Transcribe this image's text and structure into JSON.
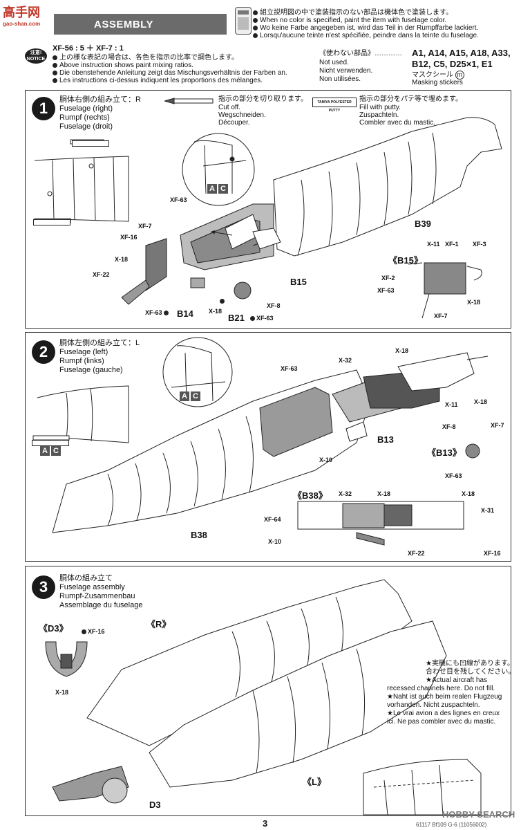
{
  "watermark": {
    "cn": "高手网",
    "domain": "gao-shan.com"
  },
  "header": {
    "title": "ASSEMBLY",
    "note_jp": "組立説明図の中で塗装指示のない部品は機体色で塗装します。",
    "note_en": "When no color is specified, paint the item with fuselage color.",
    "note_de": "Wo keine Farbe angegeben ist, wird das Teil in der Rumpffarbe lackiert.",
    "note_fr": "Lorsqu'aucune teinte n'est spécifiée, peindre dans la teinte du fuselage."
  },
  "notice": {
    "badge_jp": "注意!",
    "badge_en": "NOTICE",
    "mix": "XF-56 : 5 ＋ XF-7 : 1",
    "lines": [
      "上の様な表記の場合は、各色を指示の比率で調色します。",
      "Above instruction shows paint mixing ratios.",
      "Die obenstehende Anleitung zeigt das Mischungsverhältnis der Farben an.",
      "Les instructions ci-dessus indiquent les proportions des mélanges."
    ]
  },
  "not_used": {
    "jp": "《使わない部品》…………",
    "en": "Not used.",
    "de": "Nicht verwenden.",
    "fr": "Non utilisées.",
    "parts_line1": "A1, A14, A15, A18, A33,",
    "parts_line2": "B12, C5, D25×1, E1",
    "mask_jp": "マスクシール",
    "mask_symbol": "m",
    "mask_en": "Masking stickers"
  },
  "step1": {
    "num": "1",
    "title_jp": "胴体右側の組み立て：R",
    "title_en": "Fuselage (right)",
    "title_de": "Rumpf (rechts)",
    "title_fr": "Fuselage (droit)",
    "cut_jp": "指示の部分を切り取ります。",
    "cut_en": "Cut off.",
    "cut_de": "Wegschneiden.",
    "cut_fr": "Découper.",
    "putty_jp": "指示の部分をパテ等で埋めます。",
    "putty_en": "Fill with putty.",
    "putty_de": "Zuspachteln.",
    "putty_fr": "Combler avec du mastic.",
    "putty_tube": "TAMIYA POLYESTER PUTTY",
    "a": "A",
    "c": "C",
    "parts": {
      "b39": "B39",
      "b15": "B15",
      "b14": "B14",
      "b21": "B21",
      "b15_detail": "《B15》"
    },
    "colors": {
      "xf63a": "XF-63",
      "xf7": "XF-7",
      "xf16": "XF-16",
      "xf18a": "X-18",
      "xf22": "XF-22",
      "xf63b": "XF-63",
      "x18b": "X-18",
      "xf8": "XF-8",
      "x18c": "X-18",
      "xf63c": "XF-63",
      "x11": "X-11",
      "xf1": "XF-1",
      "xf3": "XF-3",
      "xf2": "XF-2",
      "xf63d": "XF-63",
      "x18d": "X-18",
      "xf7b": "XF-7"
    }
  },
  "step2": {
    "num": "2",
    "title_jp": "胴体左側の組み立て：L",
    "title_en": "Fuselage (left)",
    "title_de": "Rumpf (links)",
    "title_fr": "Fuselage (gauche)",
    "a": "A",
    "c": "C",
    "parts": {
      "b38": "B38",
      "b13": "B13",
      "b13_detail": "《B13》",
      "b38_detail": "《B38》"
    },
    "colors": {
      "xf63": "XF-63",
      "x32": "X-32",
      "x18": "X-18",
      "x11": "X-11",
      "x18b": "X-18",
      "x10": "X-10",
      "xf8": "XF-8",
      "xf7": "XF-7",
      "xf63b": "XF-63",
      "x32b": "X-32",
      "x18c": "X-18",
      "x18d": "X-18",
      "x31": "X-31",
      "xf64": "XF-64",
      "x10b": "X-10",
      "xf22": "XF-22",
      "xf16": "XF-16"
    }
  },
  "step3": {
    "num": "3",
    "title_jp": "胴体の組み立て",
    "title_en": "Fuselage assembly",
    "title_de": "Rumpf-Zusammenbau",
    "title_fr": "Assemblage du fuselage",
    "d3_detail": "《D3》",
    "xf16": "XF-16",
    "x18": "X-18",
    "r": "《R》",
    "l": "《L》",
    "d3": "D3",
    "note_jp1": "★実機にも凹線があります。",
    "note_jp2": "合わせ目を残してください。",
    "note_en1": "★Actual aircraft has",
    "note_en2": "recessed channels here. Do not fill.",
    "note_de1": "★Naht ist auch beim realen Flugzeug",
    "note_de2": "vorhanden. Nicht zuspachteln.",
    "note_fr1": "★Le vrai avion a des lignes en creux",
    "note_fr2": "ici. Ne pas combler avec du mastic."
  },
  "footer": {
    "page": "3",
    "code": "61117 Bf109 G-6 (11056002)",
    "brand": "HOBBY SEARCH"
  }
}
